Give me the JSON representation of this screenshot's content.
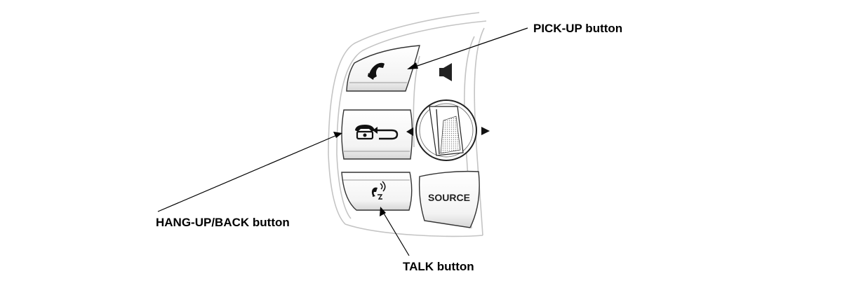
{
  "callouts": {
    "pickup": "PICK-UP button",
    "hangup_back": "HANG-UP/BACK button",
    "talk": "TALK button"
  },
  "buttons": {
    "source": "SOURCE"
  },
  "icons": {
    "pickup": "phone-pickup-icon",
    "hangup_back": "phone-hangup-back-arrow-icon",
    "talk": "voice-talk-icon",
    "volume": "speaker-icon",
    "left": "left-triangle-icon",
    "right": "right-triangle-icon"
  },
  "colors": {
    "line": "#000000",
    "outline": "#bdbdbd",
    "button_fill": "#f4f4f4"
  }
}
